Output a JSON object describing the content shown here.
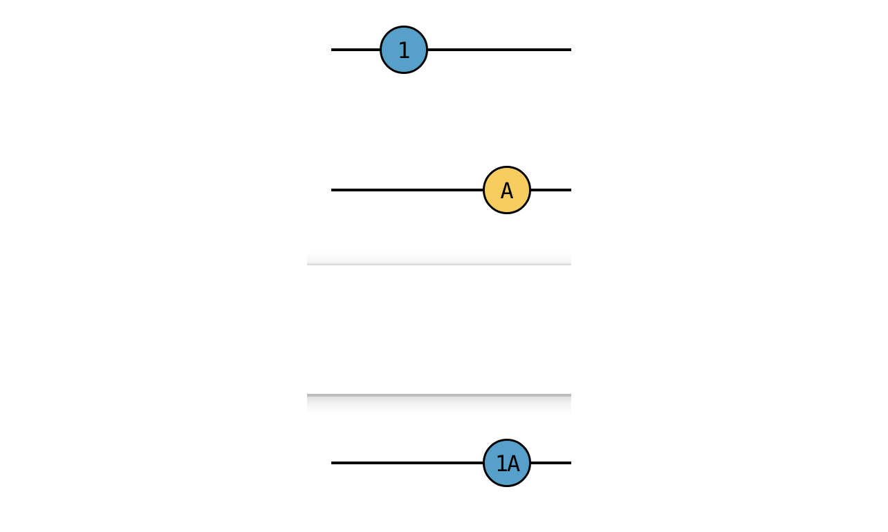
{
  "stations": [
    {
      "label": "1",
      "color": "#56a0c9",
      "panel": "top"
    },
    {
      "label": "A",
      "color": "#f8cd60",
      "panel": "top"
    },
    {
      "label": "1A",
      "color": "#56a0c9",
      "panel": "bottom"
    }
  ]
}
